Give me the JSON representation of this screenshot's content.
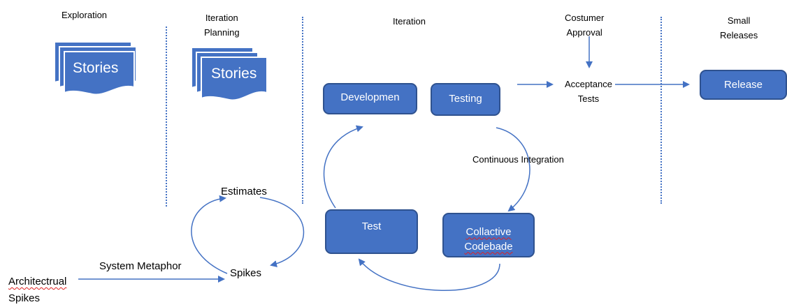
{
  "phases": {
    "exploration": "Exploration",
    "planning_line1": "Iteration",
    "planning_line2": "Planning",
    "iteration": "Iteration",
    "approval_line1": "Costumer",
    "approval_line2": "Approval",
    "releases_line1": "Small",
    "releases_line2": "Releases"
  },
  "stories_exploration": "Stories",
  "stories_planning": "Stories",
  "boxes": {
    "development": "Developmen",
    "testing": "Testing",
    "release": "Release",
    "test": "Test",
    "collective_line1": "Collactive",
    "collective_line2": "Codebade"
  },
  "labels": {
    "acceptance_line1": "Acceptance",
    "acceptance_line2": "Tests",
    "continuous_integration": "Continuous Integration",
    "estimates": "Estimates",
    "spikes": "Spikes",
    "system_metaphor": "System Metaphor",
    "architectural_line1": "Architectrual",
    "architectural_line2": "Spikes"
  },
  "colors": {
    "shape_fill": "#4472c4",
    "shape_border": "#2f528f",
    "squiggle": "#e02020"
  }
}
